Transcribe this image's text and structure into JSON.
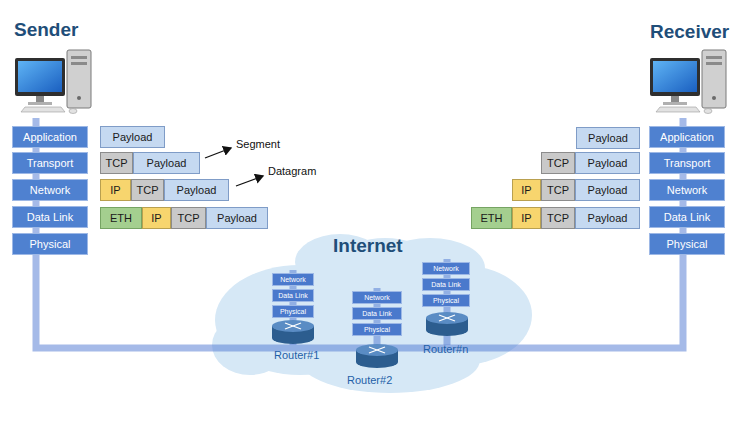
{
  "diagram": {
    "nodes": [
      {
        "text": [
          "Application"
        ]
      },
      {
        "text": [
          "Transport"
        ]
      },
      {
        "text": [
          "Network"
        ]
      },
      {
        "text": [
          "Data Link"
        ]
      },
      {
        "text": [
          "Physical"
        ]
      },
      {
        "text": [
          "Payload"
        ]
      },
      {
        "text": [
          "TCP"
        ]
      },
      {
        "text": [
          "Payload"
        ]
      },
      {
        "text": [
          "IP"
        ]
      },
      {
        "text": [
          "TCP"
        ]
      },
      {
        "text": [
          "Payload"
        ]
      },
      {
        "text": [
          "ETH"
        ]
      },
      {
        "text": [
          "IP"
        ]
      },
      {
        "text": [
          "TCP"
        ]
      },
      {
        "text": [
          "Payload"
        ]
      },
      {
        "text": [
          "Payload"
        ]
      },
      {
        "text": [
          "TCP"
        ]
      },
      {
        "text": [
          "Payload"
        ]
      },
      {
        "text": [
          "IP"
        ]
      },
      {
        "text": [
          "TCP"
        ]
      },
      {
        "text": [
          "Payload"
        ]
      },
      {
        "text": [
          "ETH"
        ]
      },
      {
        "text": [
          "IP"
        ]
      },
      {
        "text": [
          "TCP"
        ]
      },
      {
        "text": [
          "Payload"
        ]
      },
      {
        "text": [
          "Application"
        ]
      },
      {
        "text": [
          "Transport"
        ]
      },
      {
        "text": [
          "Network"
        ]
      },
      {
        "text": [
          "Data Link"
        ]
      },
      {
        "text": [
          "Physical"
        ]
      },
      {
        "text": [
          "Network"
        ]
      },
      {
        "text": [
          "Data Link"
        ]
      },
      {
        "text": [
          "Physical"
        ]
      },
      {
        "text": [
          "Network"
        ]
      },
      {
        "text": [
          "Data Link"
        ]
      },
      {
        "text": [
          "Physical"
        ]
      },
      {
        "text": [
          "Network"
        ]
      },
      {
        "text": [
          "Data Link"
        ]
      },
      {
        "text": [
          "Physical"
        ]
      }
    ],
    "labels": [
      "Sender",
      "Receiver",
      "Segment",
      "Datagram",
      "Internet",
      "Router#1",
      "Router#2",
      "Router#n"
    ]
  }
}
